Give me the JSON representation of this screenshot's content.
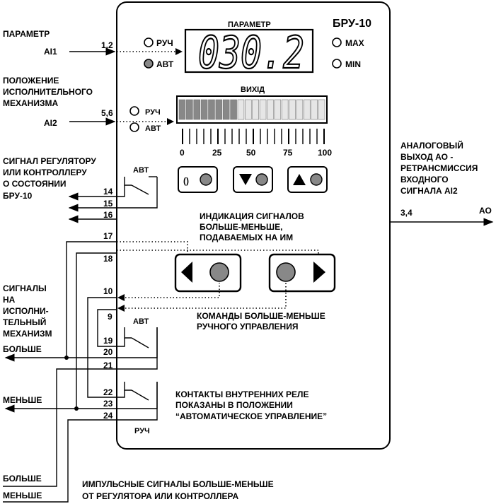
{
  "device": {
    "model": "БРУ-10",
    "display_title": "ПАРАМЕТР",
    "display_value": "030.2",
    "mode_manual": "РУЧ",
    "mode_auto": "АВТ",
    "max_label": "MAX",
    "min_label": "MIN",
    "output_title": "ВИХІД",
    "bar_level_percent": 50,
    "scale_ticks": [
      "0",
      "25",
      "50",
      "75",
      "100"
    ]
  },
  "left": {
    "param_label": "ПАРАМЕТР",
    "ai1": "AI1",
    "ai1_pins": "1,2",
    "position_lines": [
      "ПОЛОЖЕНИЕ",
      "ИСПОЛНИТЕЛЬНОГО",
      "МЕХАНИЗМА"
    ],
    "ai2": "AI2",
    "ai2_pins": "5,6",
    "status_lines": [
      "СИГНАЛ РЕГУЛЯТОРУ",
      "ИЛИ КОНТРОЛЛЕРУ",
      "О СОСТОЯНИИ",
      "БРУ-10"
    ],
    "signals_lines": [
      "СИГНАЛЫ",
      "НА",
      "ИСПОЛНИ-",
      "ТЕЛЬНЫЙ",
      "МЕХАНИЗМ"
    ],
    "bolshe": "БОЛЬШЕ",
    "menshe": "МЕНЬШЕ",
    "bolshe2": "БОЛЬШЕ",
    "menshe2": "МЕНЬШЕ",
    "pulse_lines": [
      "ИМПУЛЬСНЫЕ СИГНАЛЫ БОЛЬШЕ-МЕНЬШЕ",
      "ОТ РЕГУЛЯТОРА ИЛИ КОНТРОЛЛЕРА"
    ]
  },
  "right": {
    "analog_lines": [
      "АНАЛОГОВЫЙ",
      "ВЫХОД АО -",
      "РЕТРАНСМИССИЯ",
      "ВХОДНОГО",
      "СИГНАЛА AI2"
    ],
    "ao_pins": "3,4",
    "ao": "АО"
  },
  "inner": {
    "indication_lines": [
      "ИНДИКАЦИЯ СИГНАЛОВ",
      "БОЛЬШЕ-МЕНЬШЕ,",
      "ПОДАВАЕМЫХ НА ИМ"
    ],
    "commands_lines": [
      "КОМАНДЫ БОЛЬШЕ-МЕНЬШЕ",
      "РУЧНОГО УПРАВЛЕНИЯ"
    ],
    "contacts_lines": [
      "КОНТАКТЫ ВНУТРЕННИХ РЕЛЕ",
      "ПОКАЗАНЫ В ПОЛОЖЕНИИ",
      "“АВТОМАТИЧЕСКОЕ УПРАВЛЕНИЕ”"
    ],
    "avt_relay_1": "АВТ",
    "avt_relay_2": "АВТ",
    "ruch_relay": "РУЧ"
  },
  "terminals": {
    "t14": "14",
    "t15": "15",
    "t16": "16",
    "t17": "17",
    "t18": "18",
    "t10": "10",
    "t9": "9",
    "t19": "19",
    "t20": "20",
    "t21": "21",
    "t22": "22",
    "t23": "23",
    "t24": "24"
  }
}
